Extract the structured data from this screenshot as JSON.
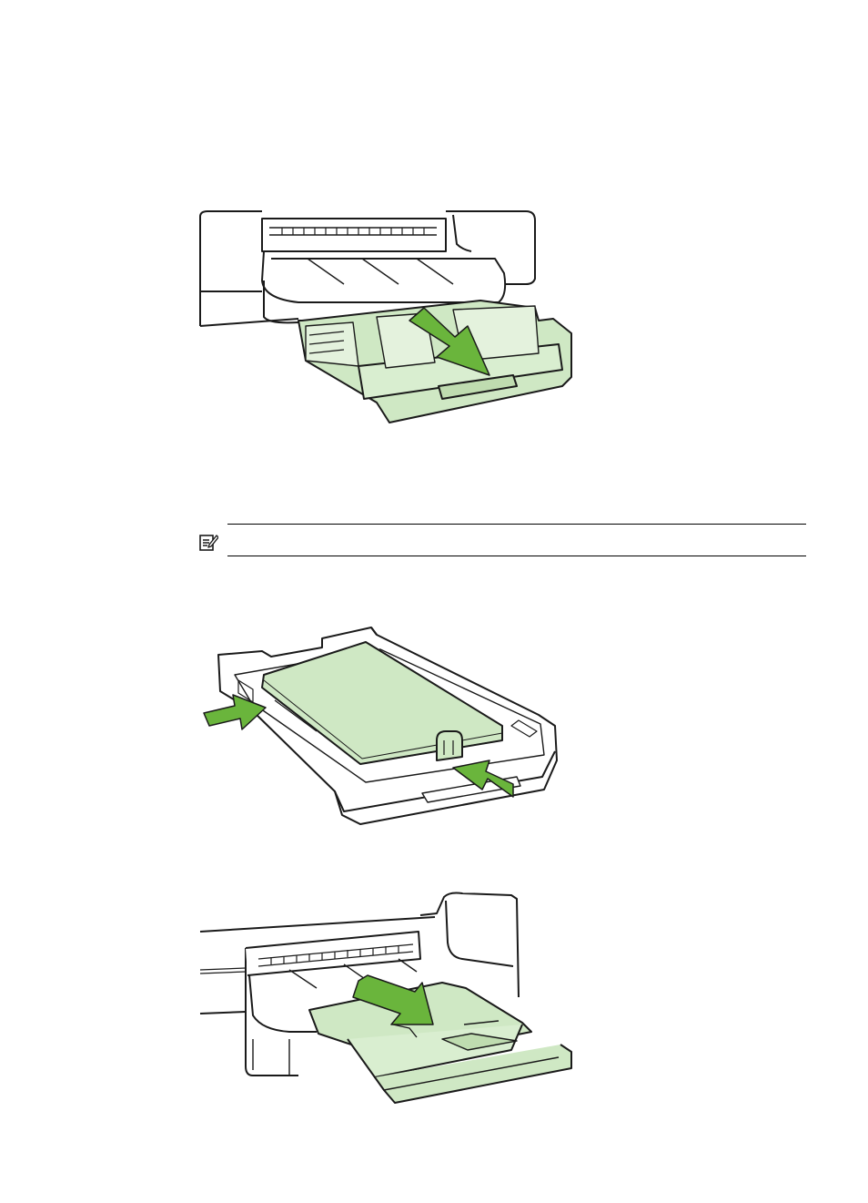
{
  "figures": [
    {
      "id": "figure-pull-out-tray",
      "depicts": "tray-pull-arrow"
    },
    {
      "id": "figure-load-paper-guides",
      "depicts": "paper-guide-arrows"
    },
    {
      "id": "figure-extend-output-tray",
      "depicts": "extension-pull-arrow"
    }
  ],
  "note": {
    "icon": "note-pencil-icon",
    "text": ""
  },
  "colors": {
    "highlight": "#cfe8c4",
    "arrow": "#6ab53c",
    "line": "#1a1a1a"
  }
}
